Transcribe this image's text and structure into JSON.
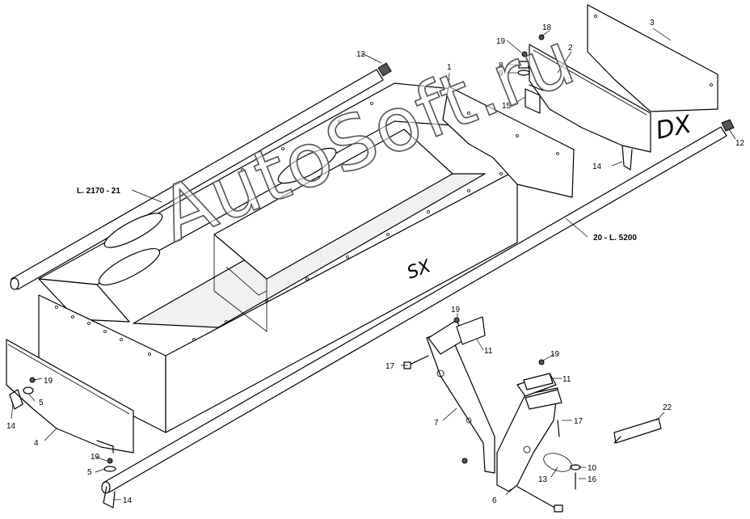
{
  "watermark": "AutoSoft.ru",
  "side_markers": {
    "right": "DX",
    "left": "SX"
  },
  "callouts": [
    {
      "id": "c1",
      "text": "1"
    },
    {
      "id": "c2",
      "text": "2"
    },
    {
      "id": "c3",
      "text": "3"
    },
    {
      "id": "c4",
      "text": "4"
    },
    {
      "id": "c5a",
      "text": "5"
    },
    {
      "id": "c5b",
      "text": "5"
    },
    {
      "id": "c6",
      "text": "6"
    },
    {
      "id": "c7",
      "text": "7"
    },
    {
      "id": "c8",
      "text": "8"
    },
    {
      "id": "c9",
      "text": "9"
    },
    {
      "id": "c10",
      "text": "10"
    },
    {
      "id": "c11a",
      "text": "11"
    },
    {
      "id": "c11b",
      "text": "11"
    },
    {
      "id": "c12a",
      "text": "12"
    },
    {
      "id": "c12b",
      "text": "12"
    },
    {
      "id": "c13",
      "text": "13"
    },
    {
      "id": "c14a",
      "text": "14"
    },
    {
      "id": "c14b",
      "text": "14"
    },
    {
      "id": "c14c",
      "text": "14"
    },
    {
      "id": "c15",
      "text": "15"
    },
    {
      "id": "c16",
      "text": "16"
    },
    {
      "id": "c17a",
      "text": "17"
    },
    {
      "id": "c17b",
      "text": "17"
    },
    {
      "id": "c18",
      "text": "18"
    },
    {
      "id": "c19a",
      "text": "19"
    },
    {
      "id": "c19b",
      "text": "19"
    },
    {
      "id": "c19c",
      "text": "19"
    },
    {
      "id": "c19d",
      "text": "19"
    },
    {
      "id": "c19e",
      "text": "19"
    },
    {
      "id": "c20",
      "text": "20 - L. 5200"
    },
    {
      "id": "c21",
      "text": "L. 2170 - 21"
    },
    {
      "id": "c22",
      "text": "22"
    }
  ]
}
